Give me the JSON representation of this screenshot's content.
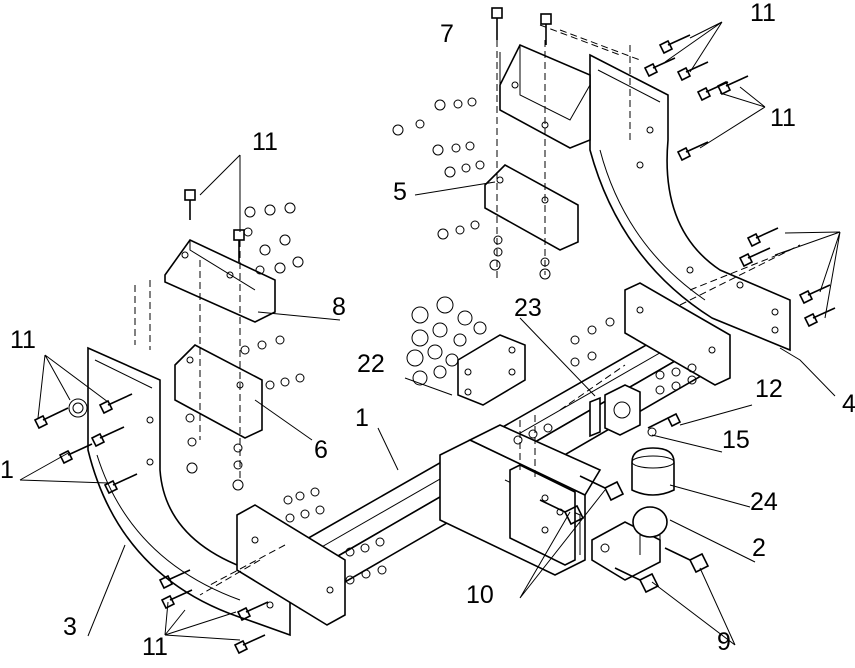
{
  "diagram": {
    "part_labels": {
      "frame_bar": "1",
      "ball_head": "2",
      "left_side_bracket": "3",
      "right_side_bracket": "4",
      "upper_clamp_plate": "5",
      "left_clamp_plate": "6",
      "top_clamp_plate": "7",
      "left_top_plate": "8",
      "ball_bolts": "9",
      "mount_bolts": "10",
      "bolts": "11",
      "socket_bolt": "12",
      "socket_washer": "15",
      "spacer_pack": "22",
      "socket_plate": "23",
      "ball_cover": "24"
    }
  }
}
